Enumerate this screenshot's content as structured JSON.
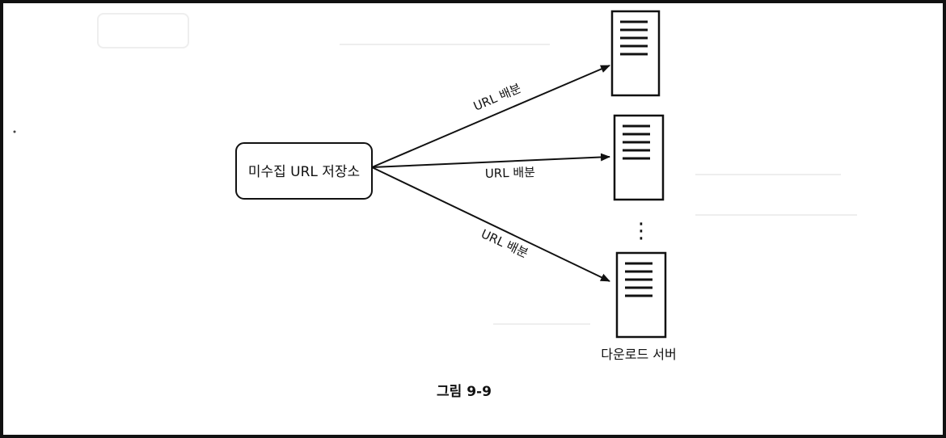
{
  "diagram": {
    "source_label": "미수집 URL 저장소",
    "edge_labels": [
      "URL 배분",
      "URL 배분",
      "URL 배분"
    ],
    "ellipsis": "⋮",
    "servers_label": "다운로드 서버",
    "caption": "그림 9-9"
  },
  "colors": {
    "stroke": "#111111",
    "background": "#ffffff"
  }
}
